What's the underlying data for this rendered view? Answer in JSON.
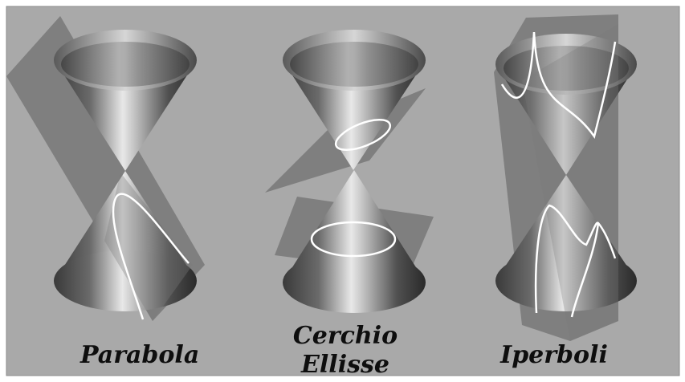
{
  "labels": {
    "parabola": "Parabola",
    "cerchio": "Cerchio",
    "ellisse": "Ellisse",
    "iperboli": "Iperboli"
  },
  "colors": {
    "background": "#a9a9a9",
    "plane": "#7c7c7c",
    "cone_dark": "#2f2f2f",
    "cone_light": "#e2e2e2",
    "curve": "#ffffff",
    "text": "#0e0e0e"
  }
}
